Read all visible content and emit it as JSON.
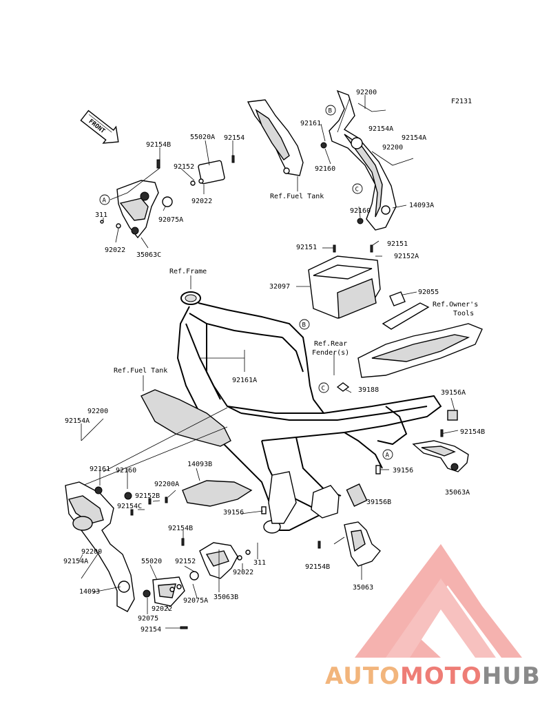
{
  "diagram": {
    "figure_code": "F2131",
    "front_label": "FRONT",
    "callouts": {
      "a": "A",
      "b": "B",
      "c": "C"
    },
    "refs": {
      "frame": "Ref.Frame",
      "fuel_tank_top": "Ref.Fuel Tank",
      "fuel_tank_left": "Ref.Fuel Tank",
      "rear_fender_l1": "Ref.Rear",
      "rear_fender_l2": "Fender(s)",
      "owners_tools_l1": "Ref.Owner's",
      "owners_tools_l2": "Tools"
    },
    "parts": {
      "p92200_top": "92200",
      "p92161_top": "92161",
      "p92154A_top": "92154A",
      "p92154A_top2": "92154A",
      "p92200_top2": "92200",
      "p92160_top": "92160",
      "p92160_top2": "92160",
      "p14093A": "14093A",
      "p92154B_top": "92154B",
      "p55020A": "55020A",
      "p92154_top": "92154",
      "p92152_top": "92152",
      "p92022_top": "92022",
      "p311_top": "311",
      "p92075A_top": "92075A",
      "p92022_top2": "92022",
      "p35063C": "35063C",
      "p92151_a": "92151",
      "p92151_b": "92151",
      "p92152A": "92152A",
      "p32097": "32097",
      "p92055": "92055",
      "p92161A": "92161A",
      "p39188": "39188",
      "p39156A": "39156A",
      "p92154B_right": "92154B",
      "p39156_right": "39156",
      "p35063A": "35063A",
      "p39156B": "39156B",
      "p39156_mid": "39156",
      "p92154B_low": "92154B",
      "p35063": "35063",
      "p92200_left": "92200",
      "p92154A_left": "92154A",
      "p92161_left": "92161",
      "p92160_left": "92160",
      "p14093B": "14093B",
      "p92200A": "92200A",
      "p92152B": "92152B",
      "p92154C": "92154C",
      "p92154B_mid": "92154B",
      "p92200_left2": "92200",
      "p92154A_left2": "92154A",
      "p55020": "55020",
      "p92152_low": "92152",
      "p311_low": "311",
      "p92022_low": "92022",
      "p14093": "14093",
      "p92075A_low": "92075A",
      "p35063B": "35063B",
      "p92022_low2": "92022",
      "p92075": "92075",
      "p92154_low": "92154"
    }
  },
  "watermark": {
    "auto": "AUTO",
    "moto": "MOTO",
    "hub": "HUB",
    "triangle_color": "#f4a5a2",
    "auto_color": "#f2b57c",
    "moto_color": "#ee7d76",
    "hub_color": "#8a8a8a"
  }
}
